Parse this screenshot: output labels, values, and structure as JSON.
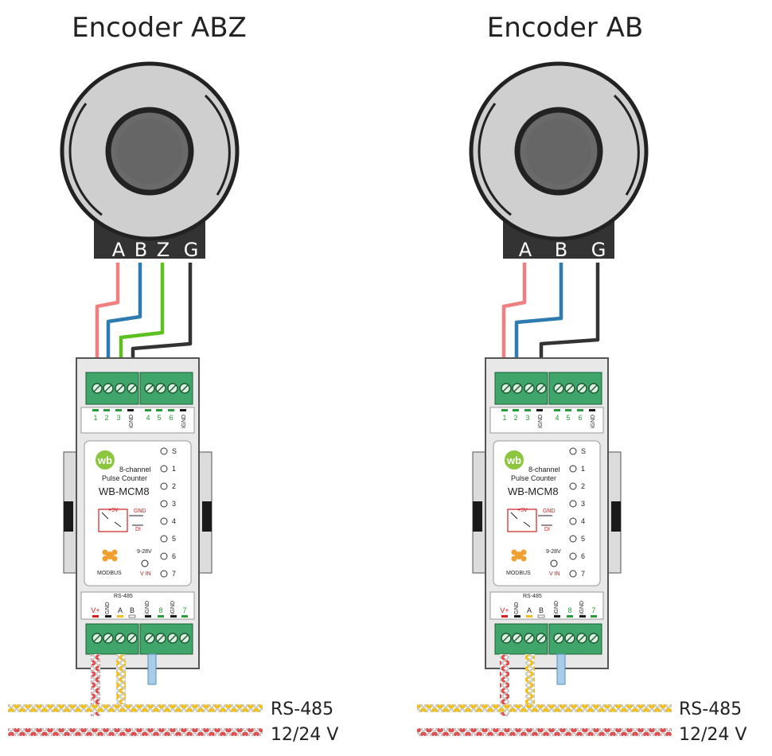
{
  "titles": [
    "Encoder ABZ",
    "Encoder AB"
  ],
  "encoder_abz": {
    "pins": [
      "A",
      "B",
      "Z",
      "G"
    ]
  },
  "encoder_ab": {
    "pins": [
      "A",
      "B",
      "G"
    ]
  },
  "module": {
    "brand": "wb",
    "desc1": "8-channel",
    "desc2": "Pulse Counter",
    "model": "WB-MCM8",
    "leds": [
      "S",
      "1",
      "2",
      "3",
      "4",
      "5",
      "6",
      "7"
    ],
    "top_terms": [
      "1",
      "2",
      "3",
      "iGND",
      "4",
      "5",
      "6",
      "iGND"
    ],
    "bottom_terms": [
      "V+",
      "GND",
      "A",
      "B",
      "iGND",
      "8",
      "iGND",
      "7"
    ],
    "rs485_label": "RS-485",
    "schem_5v": "+5V",
    "schem_gnd": "GND",
    "schem_di": "DI",
    "modbus": "MODBUS",
    "voltage_range": "9-28V",
    "vin": "V IN"
  },
  "bus_labels": [
    "RS-485",
    "12/24  V"
  ],
  "colors": {
    "wire_a": "#f08080",
    "wire_b": "#2e7bb0",
    "wire_z": "#5cc020",
    "wire_g": "#333333",
    "terminal": "#3fa56a",
    "rs485_pair": "#f0c020",
    "power_pair": "#e05050"
  }
}
